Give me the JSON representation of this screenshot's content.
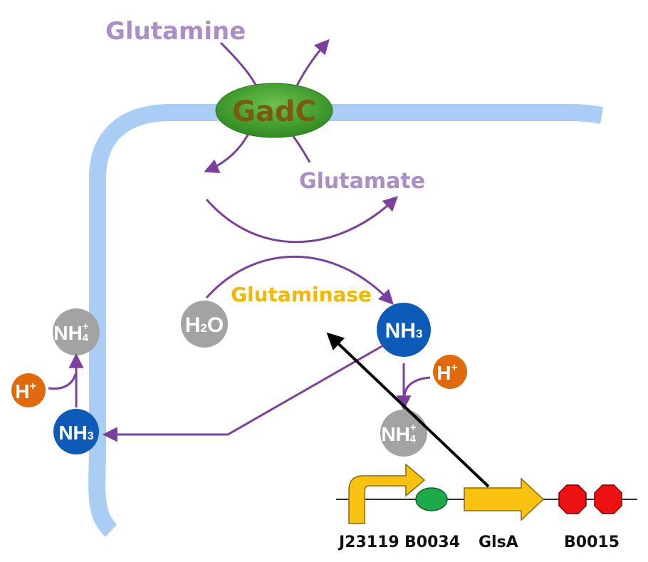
{
  "labels": {
    "glutamine": "Glutamine",
    "gadc": "GadC",
    "glutamate": "Glutamate",
    "glutaminase": "Glutaminase"
  },
  "molecules": {
    "water_main": "H",
    "water_sub": "2",
    "water_tail": "O",
    "ammonia_main": "NH",
    "ammonia_sub": "3",
    "ammonium_main": "NH",
    "ammonium_sup": "+",
    "ammonium_sub": "4",
    "proton_main": "H",
    "proton_sup": "+"
  },
  "parts": {
    "promoter": "J23119",
    "rbs": "B0034",
    "gene": "GlsA",
    "terminator": "B0015"
  },
  "colors": {
    "membrane": "#a9cdf4",
    "arrow": "#7b3f9e",
    "gadc_fill": "#3fa22f",
    "ammonia": "#0d5bb8",
    "ammonium": "#a3a3a3",
    "proton": "#e06a0c",
    "promoter": "#f9c20f",
    "rbs": "#1eaa4a",
    "terminator": "#ee1111"
  }
}
